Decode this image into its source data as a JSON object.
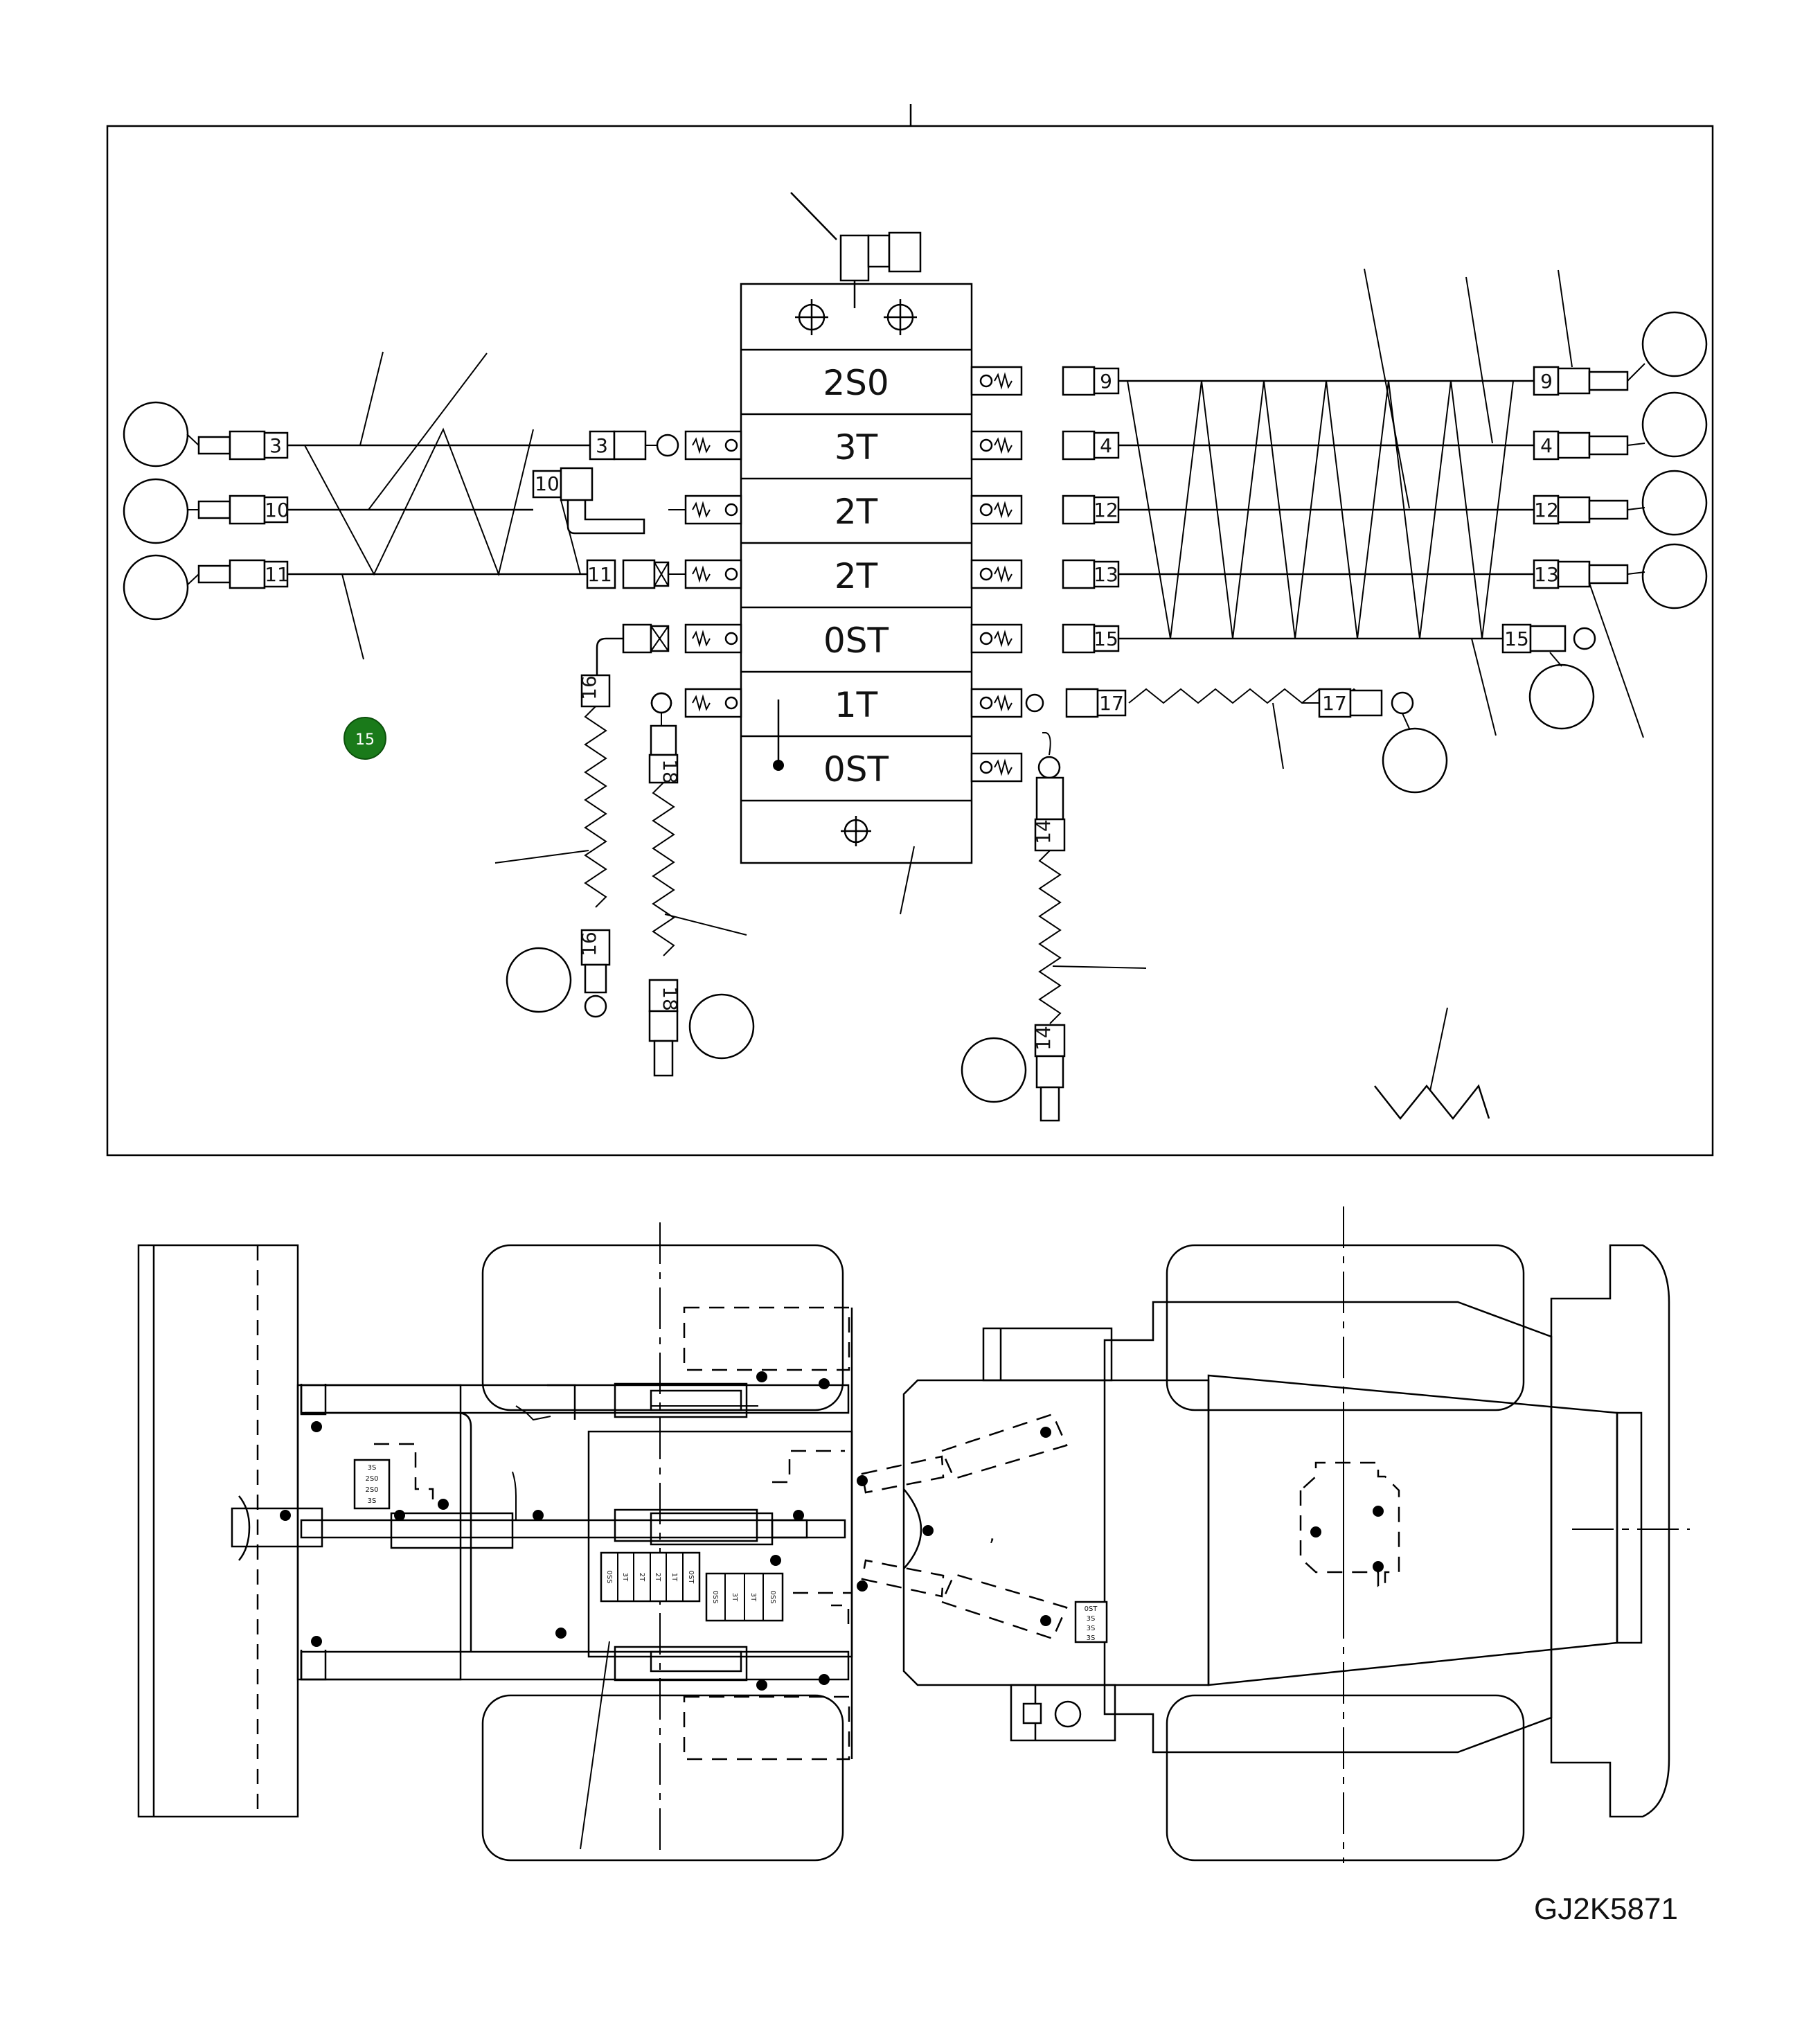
{
  "diagram": {
    "drawing_id": "GJ2K5871",
    "callout_badge": "15",
    "callout_badge_color": "#1a7a1a",
    "valve_sections": [
      "2S0",
      "3T",
      "2T",
      "2T",
      "0ST",
      "1T",
      "0ST"
    ],
    "hose_tags": {
      "left": [
        "3",
        "10",
        "11"
      ],
      "valve_left": [
        "3",
        "10",
        "11"
      ],
      "right_inner": [
        "9",
        "4",
        "12",
        "13",
        "15",
        "17"
      ],
      "right_outer": [
        "9",
        "4",
        "12",
        "13",
        "15",
        "17"
      ],
      "bottom": [
        "16",
        "16",
        "18",
        "18",
        "14",
        "14"
      ]
    },
    "machine_view_labels": {
      "front_panel": [
        "3S",
        "2S0",
        "2S0",
        "3S"
      ],
      "valve_a": [
        "0SS",
        "3T",
        "2T",
        "2T",
        "1T",
        "0ST"
      ],
      "valve_b": [
        "0SS",
        "3T",
        "3T",
        "0SS"
      ],
      "rear_panel": [
        "0ST",
        "3S",
        "3S",
        "3S"
      ]
    }
  }
}
